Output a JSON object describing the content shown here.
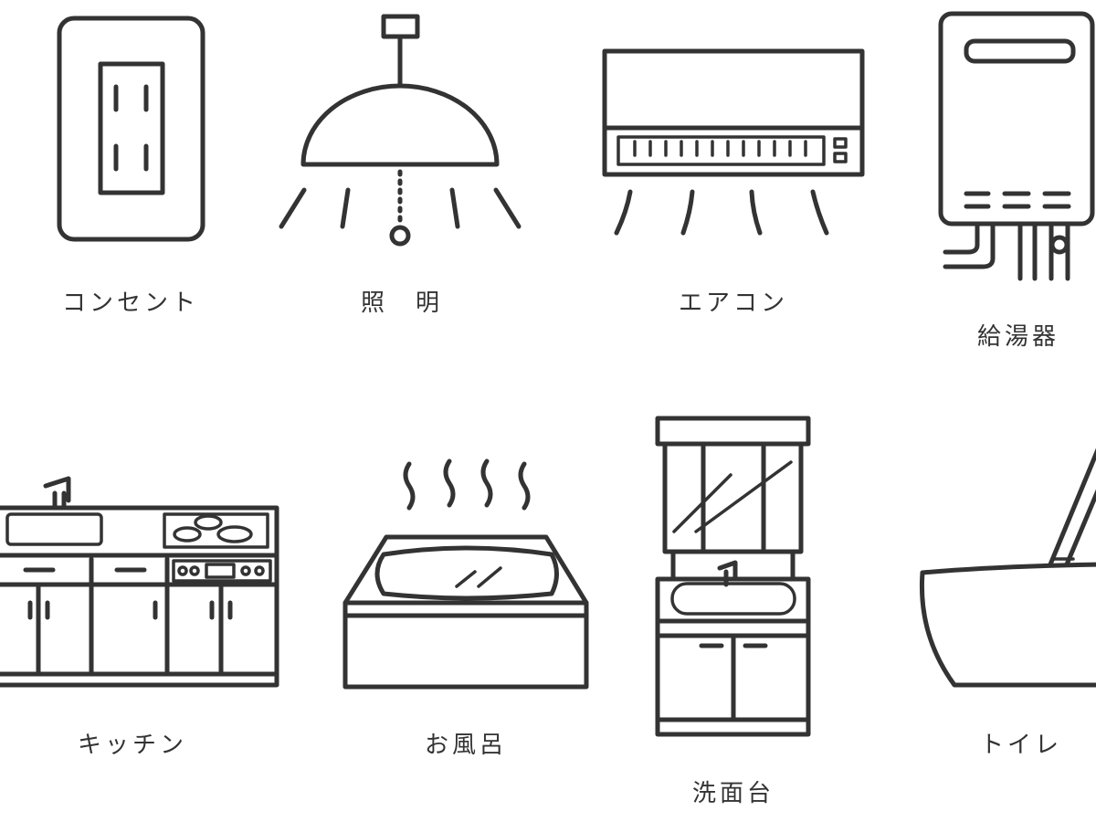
{
  "items": [
    {
      "id": "outlet",
      "label": "コンセント",
      "icon": "outlet-icon"
    },
    {
      "id": "lighting",
      "label": "照　明",
      "icon": "ceiling-light-icon"
    },
    {
      "id": "air-conditioner",
      "label": "エアコン",
      "icon": "air-conditioner-icon"
    },
    {
      "id": "water-heater",
      "label": "給湯器",
      "icon": "water-heater-icon"
    },
    {
      "id": "kitchen",
      "label": "キッチン",
      "icon": "kitchen-icon"
    },
    {
      "id": "bath",
      "label": "お風呂",
      "icon": "bathtub-icon"
    },
    {
      "id": "washbasin",
      "label": "洗面台",
      "icon": "washbasin-icon"
    },
    {
      "id": "toilet",
      "label": "トイレ",
      "icon": "toilet-icon"
    }
  ],
  "colors": {
    "line": "#333333",
    "background": "#ffffff"
  }
}
